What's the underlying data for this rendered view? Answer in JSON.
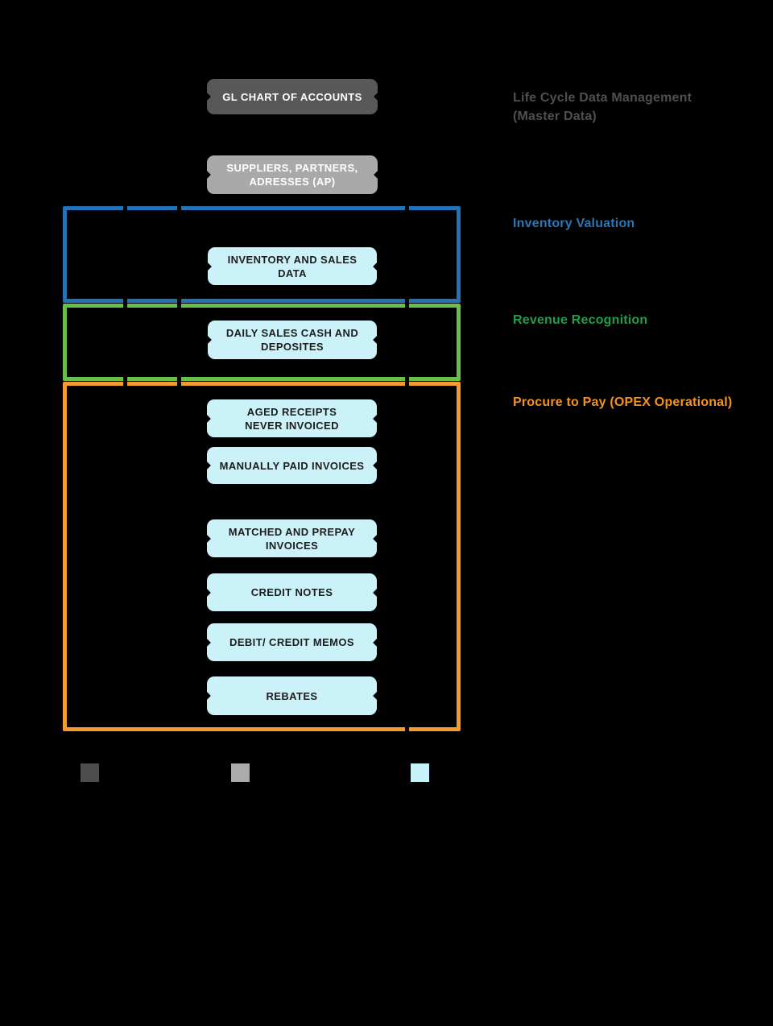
{
  "colors": {
    "background": "#000000",
    "node_dark_gray": "#585858",
    "node_light_gray": "#a9a9a9",
    "node_cyan": "#cbf2f8",
    "node_text_dark": "#1d1d1d",
    "node_text_light": "#ffffff",
    "group_blue": "#2273b8",
    "group_green": "#68c04a",
    "group_orange": "#f39b2d",
    "label_gray": "#4f4f4f",
    "label_blue": "#2e75b6",
    "label_green": "#1f9e4c",
    "label_orange": "#f6921e",
    "legend_dark": "#4d4d4d",
    "legend_gray": "#ababab",
    "legend_cyan": "#c6f3f8"
  },
  "nodes": {
    "gl_chart_of_accounts": {
      "label": "GL CHART OF ACCOUNTS"
    },
    "suppliers": {
      "label": "SUPPLIERS, PARTNERS,\nADRESSES (AP)"
    },
    "inventory_and_sales_data": {
      "label": "INVENTORY AND SALES DATA"
    },
    "daily_sales_cash_and_deposites": {
      "label": "DAILY SALES CASH AND\nDEPOSITES"
    },
    "aged_receipts_never_invoiced": {
      "label": "AGED RECEIPTS\nNEVER INVOICED"
    },
    "manually_paid_invoices": {
      "label": "MANUALLY PAID INVOICES"
    },
    "matched_and_prepay_invoices": {
      "label": "MATCHED AND PREPAY\nINVOICES"
    },
    "credit_notes": {
      "label": "CREDIT NOTES"
    },
    "debit_credit_memos": {
      "label": "DEBIT/ CREDIT MEMOS"
    },
    "rebates": {
      "label": "REBATES"
    }
  },
  "side_labels": {
    "master_data": {
      "text": "Life Cycle Data Management\n(Master Data)",
      "color": "#4f4f4f"
    },
    "inventory_valuation": {
      "text": "Inventory Valuation",
      "color": "#2e75b6"
    },
    "revenue_recognition": {
      "text": "Revenue Recognition",
      "color": "#1f9e4c"
    },
    "procure_to_pay": {
      "text": "Procure to Pay (OPEX Operational)",
      "color": "#f6921e"
    }
  },
  "groups": {
    "inventory_valuation": {
      "border_color": "#2273b8"
    },
    "revenue_recognition": {
      "border_color": "#68c04a"
    },
    "procure_to_pay": {
      "border_color": "#f39b2d"
    }
  },
  "legend": {
    "swatches": [
      {
        "name": "dark-gray",
        "color": "#4d4d4d"
      },
      {
        "name": "light-gray",
        "color": "#ababab"
      },
      {
        "name": "cyan",
        "color": "#c6f3f8"
      }
    ]
  }
}
